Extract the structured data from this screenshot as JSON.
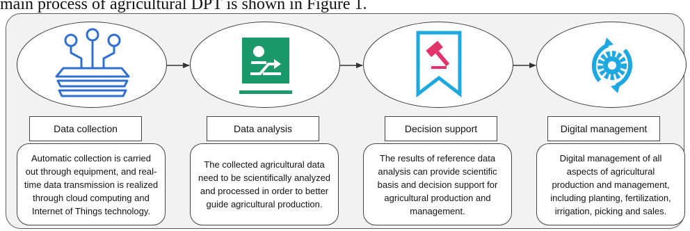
{
  "intro_text": "main process of agricultural DPT is shown in Figure 1.",
  "colors": {
    "icon_blue": "#2f6fcf",
    "icon_green": "#1a9a6a",
    "icon_red_pink": "#e2336b",
    "icon_cyan": "#1ea8e0",
    "panel_bg": "#f2f2f2"
  },
  "steps": [
    {
      "icon": "iot-network-layers-icon",
      "label": "Data collection",
      "desc_lines": [
        "Automatic collection is carried",
        "out through equipment, and real-",
        "time data transmission is realized",
        "through cloud computing and",
        "Internet of Things technology."
      ]
    },
    {
      "icon": "analysis-board-icon",
      "label": "Data analysis",
      "desc_lines": [
        "The collected agricultural data",
        "need to be scientifically analyzed",
        "and processed in order to better",
        "guide agricultural production."
      ]
    },
    {
      "icon": "decision-gavel-ribbon-icon",
      "label": "Decision support",
      "desc_lines": [
        "The results of reference data",
        "analysis can provide scientific",
        "basis and decision support for",
        "agricultural production and",
        "management."
      ]
    },
    {
      "icon": "gear-cycle-icon",
      "label": "Digital management",
      "desc_lines": [
        "Digital management of all",
        "aspects of agricultural",
        "production and management,",
        "including planting, fertilization,",
        "irrigation, picking and sales."
      ]
    }
  ]
}
